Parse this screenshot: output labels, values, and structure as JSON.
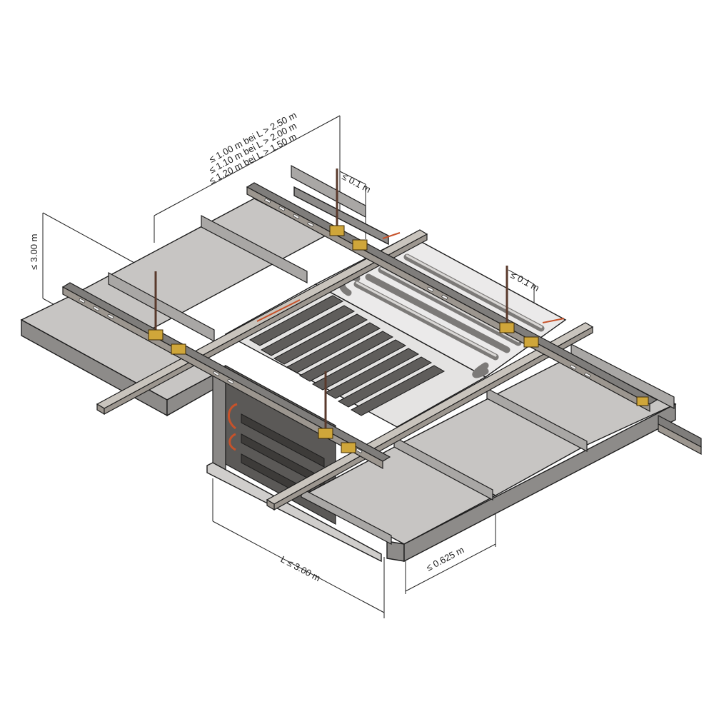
{
  "dimensions": {
    "span_line1": "≤ 1.00 m bei L > 2.50 m",
    "span_line2": "≤ 1.10 m bei L > 2.00 m",
    "span_line3": "≤ 1.20 m bei L > 1.50 m",
    "hanger_spacing": "≤ 3.00 m",
    "edge_offset_a": "≤ 0.1 m",
    "edge_offset_b": "≤ 0.1 m",
    "length": "L ≤ 3.00 m",
    "panel_width": "≤ 0.625 m"
  }
}
